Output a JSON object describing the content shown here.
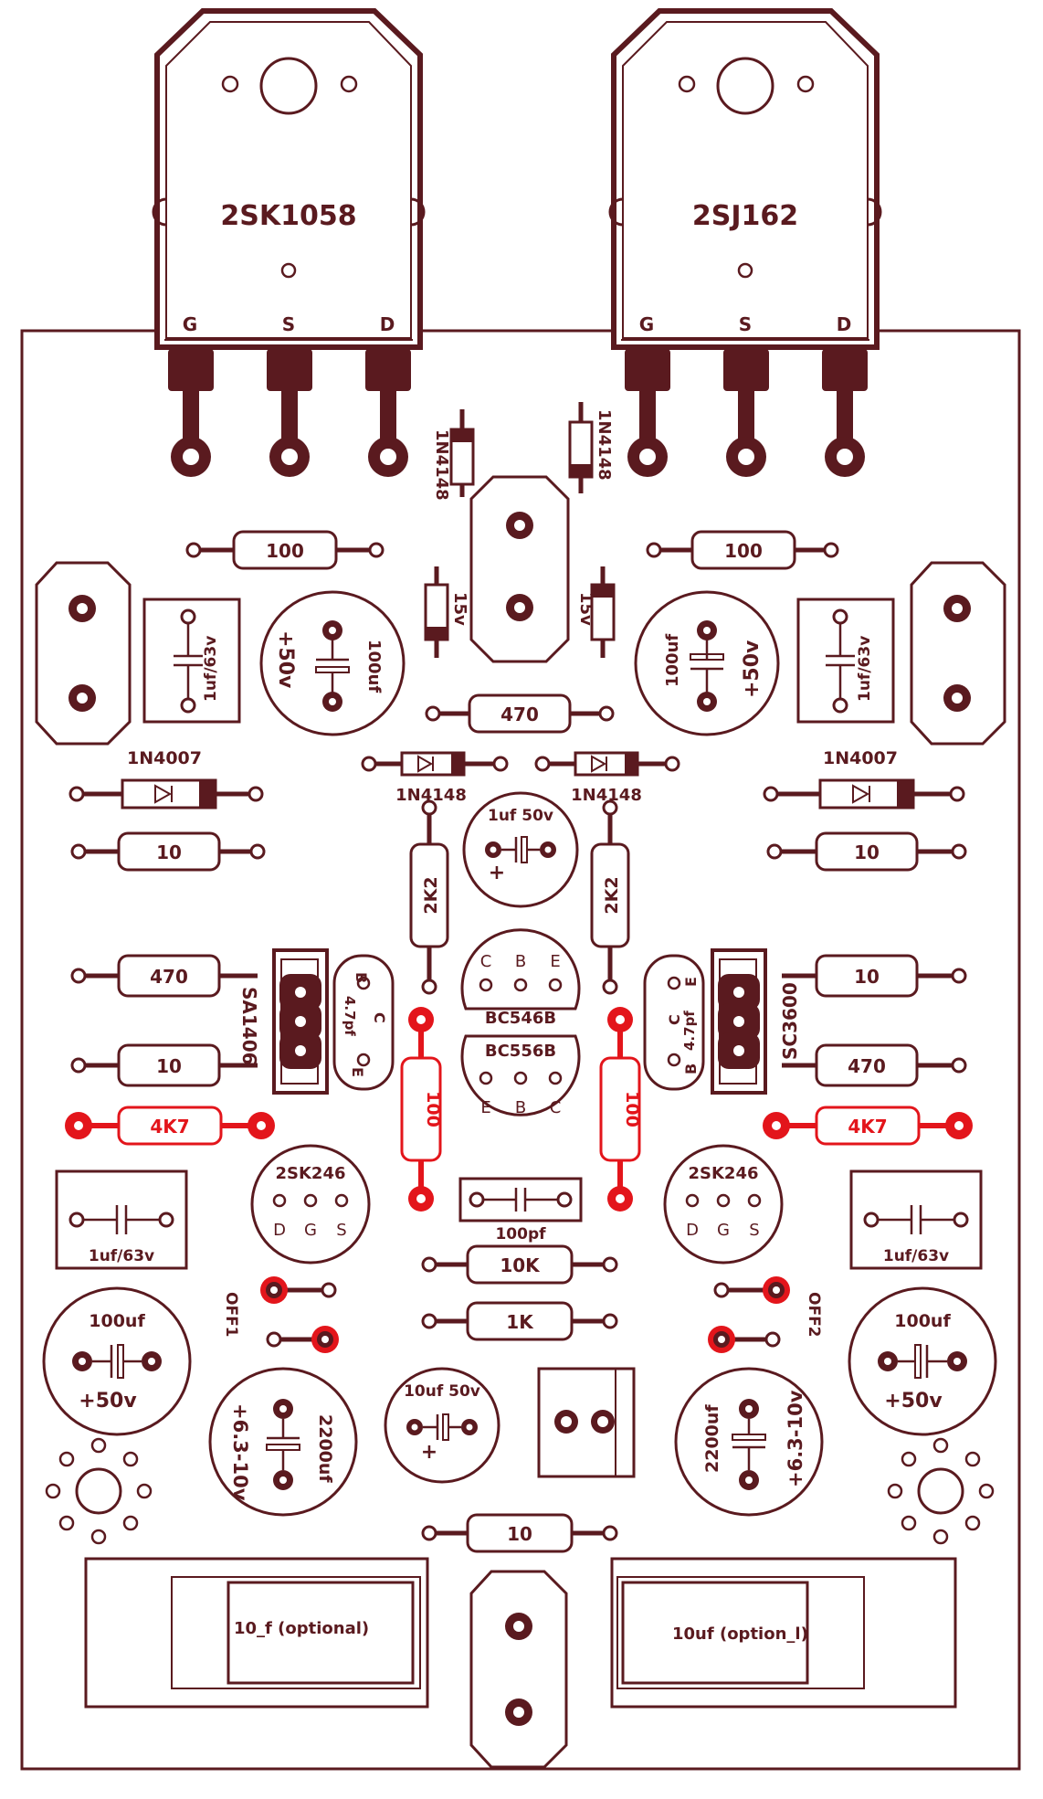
{
  "colors": {
    "ink": "#5a1a1f",
    "copper": "#5a1a1f",
    "highlight": "#e3151b",
    "background": "#ffffff"
  },
  "mosfets": [
    {
      "part": "2SK1058",
      "pins": [
        "G",
        "S",
        "D"
      ]
    },
    {
      "part": "2SJ162",
      "pins": [
        "G",
        "S",
        "D"
      ]
    }
  ],
  "resistors": {
    "gate_left": "100",
    "gate_right": "100",
    "top_center": "470",
    "bias_left": "2K2",
    "bias_right": "2K2",
    "r10_left": "10",
    "r10_right": "10",
    "r470_left": "470",
    "r470_right": "470",
    "r10b_left": "10",
    "r10b_right": "10",
    "r4k7_left": "4K7",
    "r4k7_right": "4K7",
    "r100_left": "100",
    "r100_right": "100",
    "r10k": "10K",
    "r1k": "1K",
    "r10_bottom": "10"
  },
  "diodes": {
    "d1n4148_top_left": "1N4148",
    "d1n4148_top_right": "1N4148",
    "zener_left": "15v",
    "zener_right": "15v",
    "d1n4148_mid_left": "1N4148",
    "d1n4148_mid_right": "1N4148",
    "d1n4007_left": "1N4007",
    "d1n4007_right": "1N4007"
  },
  "capacitors": {
    "film_top_left": "1uf/63v",
    "film_top_right": "1uf/63v",
    "elco_top_left_value": "100uf",
    "elco_top_left_voltage": "+50v",
    "elco_top_right_value": "100uf",
    "elco_top_right_voltage": "+50v",
    "cap_center_1uf": "1uf 50v",
    "cap_100pf": "100pf",
    "film_mid_left": "1uf/63v",
    "film_mid_right": "1uf/63v",
    "elco_mid_left_value": "100uf",
    "elco_mid_left_voltage": "+50v",
    "elco_mid_right_value": "100uf",
    "elco_mid_right_voltage": "+50v",
    "elco_2200_left_value": "2200uf",
    "elco_2200_left_voltage": "+6.3-10v",
    "elco_2200_right_value": "2200uf",
    "elco_2200_right_voltage": "+6.3-10v",
    "cap_10uf_center": "10uf 50v",
    "optional_left": "10_f (optional)",
    "optional_right": "10uf (option_l)"
  },
  "transistors": {
    "to126_left": {
      "part": "SA1406",
      "pins": [
        "B",
        "C",
        "E"
      ],
      "tab": "4.7pf"
    },
    "to126_right": {
      "part": "SC3600",
      "pins": [
        "E",
        "C",
        "B"
      ],
      "tab": "4.7pf"
    },
    "bc546": {
      "part": "BC546B",
      "pins": [
        "C",
        "B",
        "E"
      ]
    },
    "bc556": {
      "part": "BC556B",
      "pins": [
        "E",
        "B",
        "C"
      ]
    },
    "jfet_left": {
      "part": "2SK246",
      "pins": [
        "D",
        "G",
        "S"
      ]
    },
    "jfet_right": {
      "part": "2SK246",
      "pins": [
        "D",
        "G",
        "S"
      ]
    }
  },
  "offsets": {
    "left": "OFF1",
    "right": "OFF2"
  },
  "capacitor_plus": "+"
}
